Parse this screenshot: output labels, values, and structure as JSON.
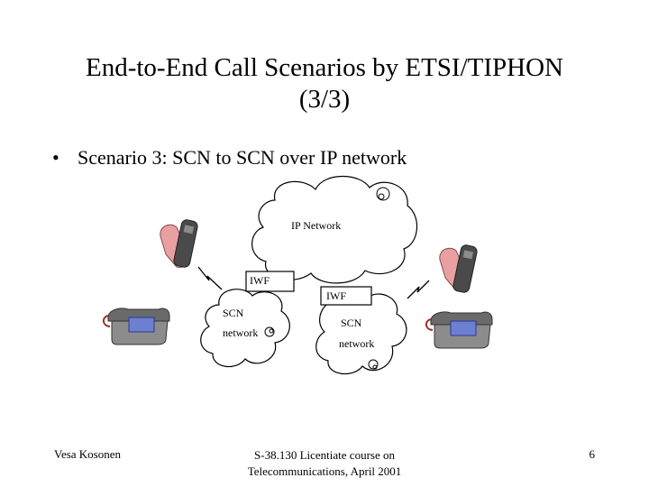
{
  "slide": {
    "title_line1": "End-to-End Call Scenarios by ETSI/TIPHON",
    "title_line2": "(3/3)",
    "bullet": "Scenario 3: SCN to SCN over IP network"
  },
  "diagram": {
    "ip_network_label": "IP Network",
    "iwf_left_label": "IWF",
    "iwf_right_label": "IWF",
    "scn_left_line1": "SCN",
    "scn_left_line2": "network",
    "scn_right_line1": "SCN",
    "scn_right_line2": "network",
    "icons": [
      "mobile-phone-icon",
      "desk-phone-icon",
      "lightning-link-icon",
      "cloud-icon"
    ],
    "colors": {
      "phone_body": "#8c8c8c",
      "keypad": "#6c7fd0",
      "hand": "#e8a0a0",
      "line": "#000000"
    }
  },
  "footer": {
    "author": "Vesa Kosonen",
    "course_line1": "S-38.130 Licentiate course on",
    "course_line2": "Telecommunications, April 2001",
    "page_number": "6"
  }
}
